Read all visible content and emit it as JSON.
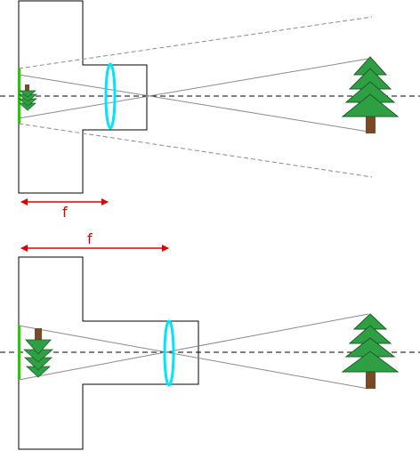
{
  "diagram": {
    "panels": [
      {
        "name": "short-focal-length",
        "focal_label": "f"
      },
      {
        "name": "long-focal-length",
        "focal_label": "f"
      }
    ],
    "colors": {
      "background": "#ffffff",
      "outline": "#000000",
      "axis": "#000000",
      "ray": "#8a8a8a",
      "lens": "#00e5ff",
      "sensor": "#22cc00",
      "measure": "#e00000",
      "tree_foliage": "#2ea043",
      "tree_trunk": "#7a4a26"
    },
    "icons": [
      "tree-icon",
      "lens-icon",
      "image-sensor-icon"
    ]
  }
}
